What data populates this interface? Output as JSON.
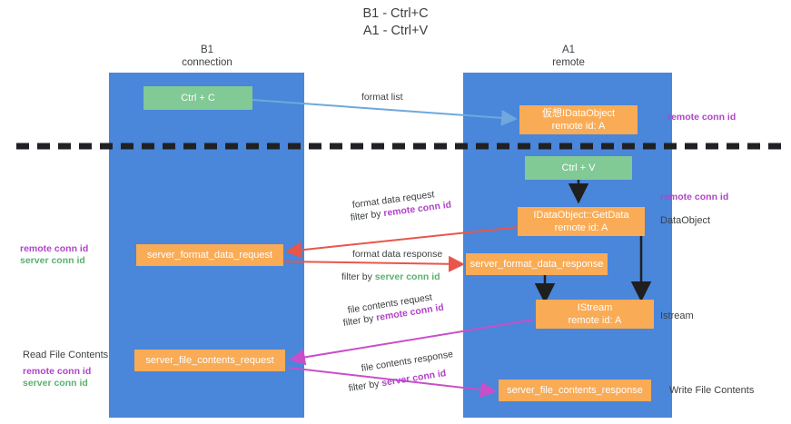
{
  "title": {
    "line1": "B1 - Ctrl+C",
    "line2": "A1 - Ctrl+V"
  },
  "columns": [
    {
      "name": "B1",
      "role": "connection"
    },
    {
      "name": "A1",
      "role": "remote"
    }
  ],
  "colors": {
    "lane": "#4a86d9",
    "green_box": "#81c995",
    "orange_box": "#f9ab55",
    "purple_text": "#b044c8",
    "green_text": "#5bb06f",
    "blue_arrow": "#6fa8dc",
    "red_arrow": "#e8564a",
    "magenta_arrow": "#c94fc9",
    "black_arrow": "#1f1f1f",
    "divider": "#202124"
  },
  "boxes": {
    "ctrl_c": "Ctrl + C",
    "ctrl_v": "Ctrl + V",
    "virtual_idataobject_l1": "仮想IDataObject",
    "virtual_idataobject_l2": "remote id: A",
    "getdata_l1": "IDataObject::GetData",
    "getdata_l2": "remote id: A",
    "istream_l1": "IStream",
    "istream_l2": "remote id: A",
    "server_format_data_request": "server_format_data_request",
    "server_format_data_response": "server_format_data_response",
    "server_file_contents_request": "server_file_contents_request",
    "server_file_contents_response": "server_file_contents_response"
  },
  "arrow_labels": {
    "format_list": "format list",
    "format_data_request": "format data request",
    "format_data_request_filter_prefix": "filter by ",
    "format_data_request_filter_key": "remote conn id",
    "format_data_response": "format data response",
    "format_data_response_filter_prefix": "filter by ",
    "format_data_response_filter_key": "server conn id",
    "file_contents_request": "file contents request",
    "file_contents_request_filter_prefix": "filter by ",
    "file_contents_request_filter_key": "remote conn id",
    "file_contents_response": "file contents response",
    "file_contents_response_filter_prefix": "filter by ",
    "file_contents_response_filter_key": "server conn id"
  },
  "side_labels": {
    "right_remote_conn_id_top": "remote conn id",
    "right_remote_conn_id_mid": "remote conn id",
    "right_dataobject": "DataObject",
    "right_istream": "Istream",
    "right_write_file_contents": "Write File Contents",
    "left_remote_conn_id_mid": "remote conn id",
    "left_server_conn_id_mid": "server conn id",
    "left_read_file_contents": "Read File Contents",
    "left_remote_conn_id_bot": "remote conn id",
    "left_server_conn_id_bot": "server conn id"
  }
}
